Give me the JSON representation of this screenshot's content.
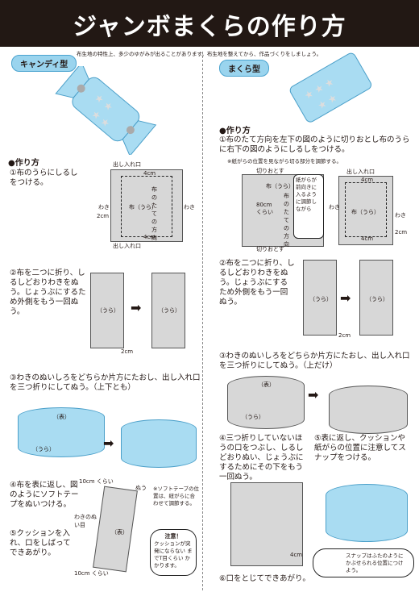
{
  "header": {
    "title": "ジャンボまくらの作り方"
  },
  "left": {
    "tag": "キャンディ型",
    "note": "布生地の特性上、多少のゆがみが出ることがあります。布生地を整えてから、作品づくりをしましょう。",
    "section": "●作り方",
    "steps": [
      "①布のうらにしるしをつける。",
      "②布を二つに折り、しるしどおりわきをぬう。じょうぶにするため外側をもう一回ぬう。",
      "③わきのぬいしろをどちらか片方にたおし、出し入れ口を三つ折りにしてぬう。（上下とも）",
      "④布を表に返し、図のようにソフトテープをぬいつける。",
      "⑤クッションを入れ、口をしばってできあがり。"
    ],
    "diagram": {
      "top_label": "出し入れ口",
      "bottom_label": "出し入れ口",
      "dim_4cm_top": "4cm",
      "dim_4cm_bottom": "4cm",
      "dim_2cm": "2cm",
      "side_left": "わき",
      "side_right": "わき",
      "fabric": "布（うら）",
      "grain": "布のたての方向",
      "ura": "（うら）",
      "omote": "（表）",
      "dim_2cm_b": "2cm",
      "dim_10cm_top": "10cm くらい",
      "dim_10cm_bottom": "10cm くらい",
      "nuu": "ぬう",
      "waki_nuime": "わきのぬい目",
      "tape_note": "※ソフトテープの位置は、紐がらに合わせて調節する。",
      "caution_title": "注意！",
      "caution_text": "クッションが突発にならない までT目くらい かかります。"
    }
  },
  "right": {
    "tag": "まくら型",
    "section": "●作り方",
    "steps": [
      "①布のたて方向を左下の図のように切りおとし布のうらに右下の図のようにしるしをつける。",
      "②布を二つに折り、しるしどおりわきをぬう。じょうぶにするため外側をもう一回ぬう。",
      "③わきのぬいしろをどちらか片方にたおし、出し入れ口を三つ折りにしてぬう。（上だけ）",
      "④三つ折りしていないほうの口をつぶし、しるしどおりぬい、じょうぶにするためにその下をもう一回ぬう。",
      "⑤表に返し、クッションや紙がらの位置に注意してスナップをつける。",
      "⑥口をとじてできあがり。"
    ],
    "notes": {
      "cut_note": "※紙がらの位置を見ながら切る部分を調節する。",
      "cut_top": "切りおとす",
      "cut_bottom": "切りおとす",
      "fabric": "布（うら）",
      "length": "80cm くらい",
      "grain": "布のたての方向",
      "callout": "紙がらが前向きに入るように調節しながら",
      "top_label": "出し入れ口",
      "dim_4cm_top": "4cm",
      "dim_4cm_bottom": "4cm",
      "dim_2cm": "2cm",
      "side_left": "わき",
      "side_right": "わき",
      "fabric2": "布（うら）",
      "ura": "（うら）",
      "omote": "（表）",
      "dim_2cm_b": "2cm",
      "dim_4cm_c": "4cm",
      "snap_note": "スナップはふたのようにかぶせられる位置につけよう。"
    }
  }
}
